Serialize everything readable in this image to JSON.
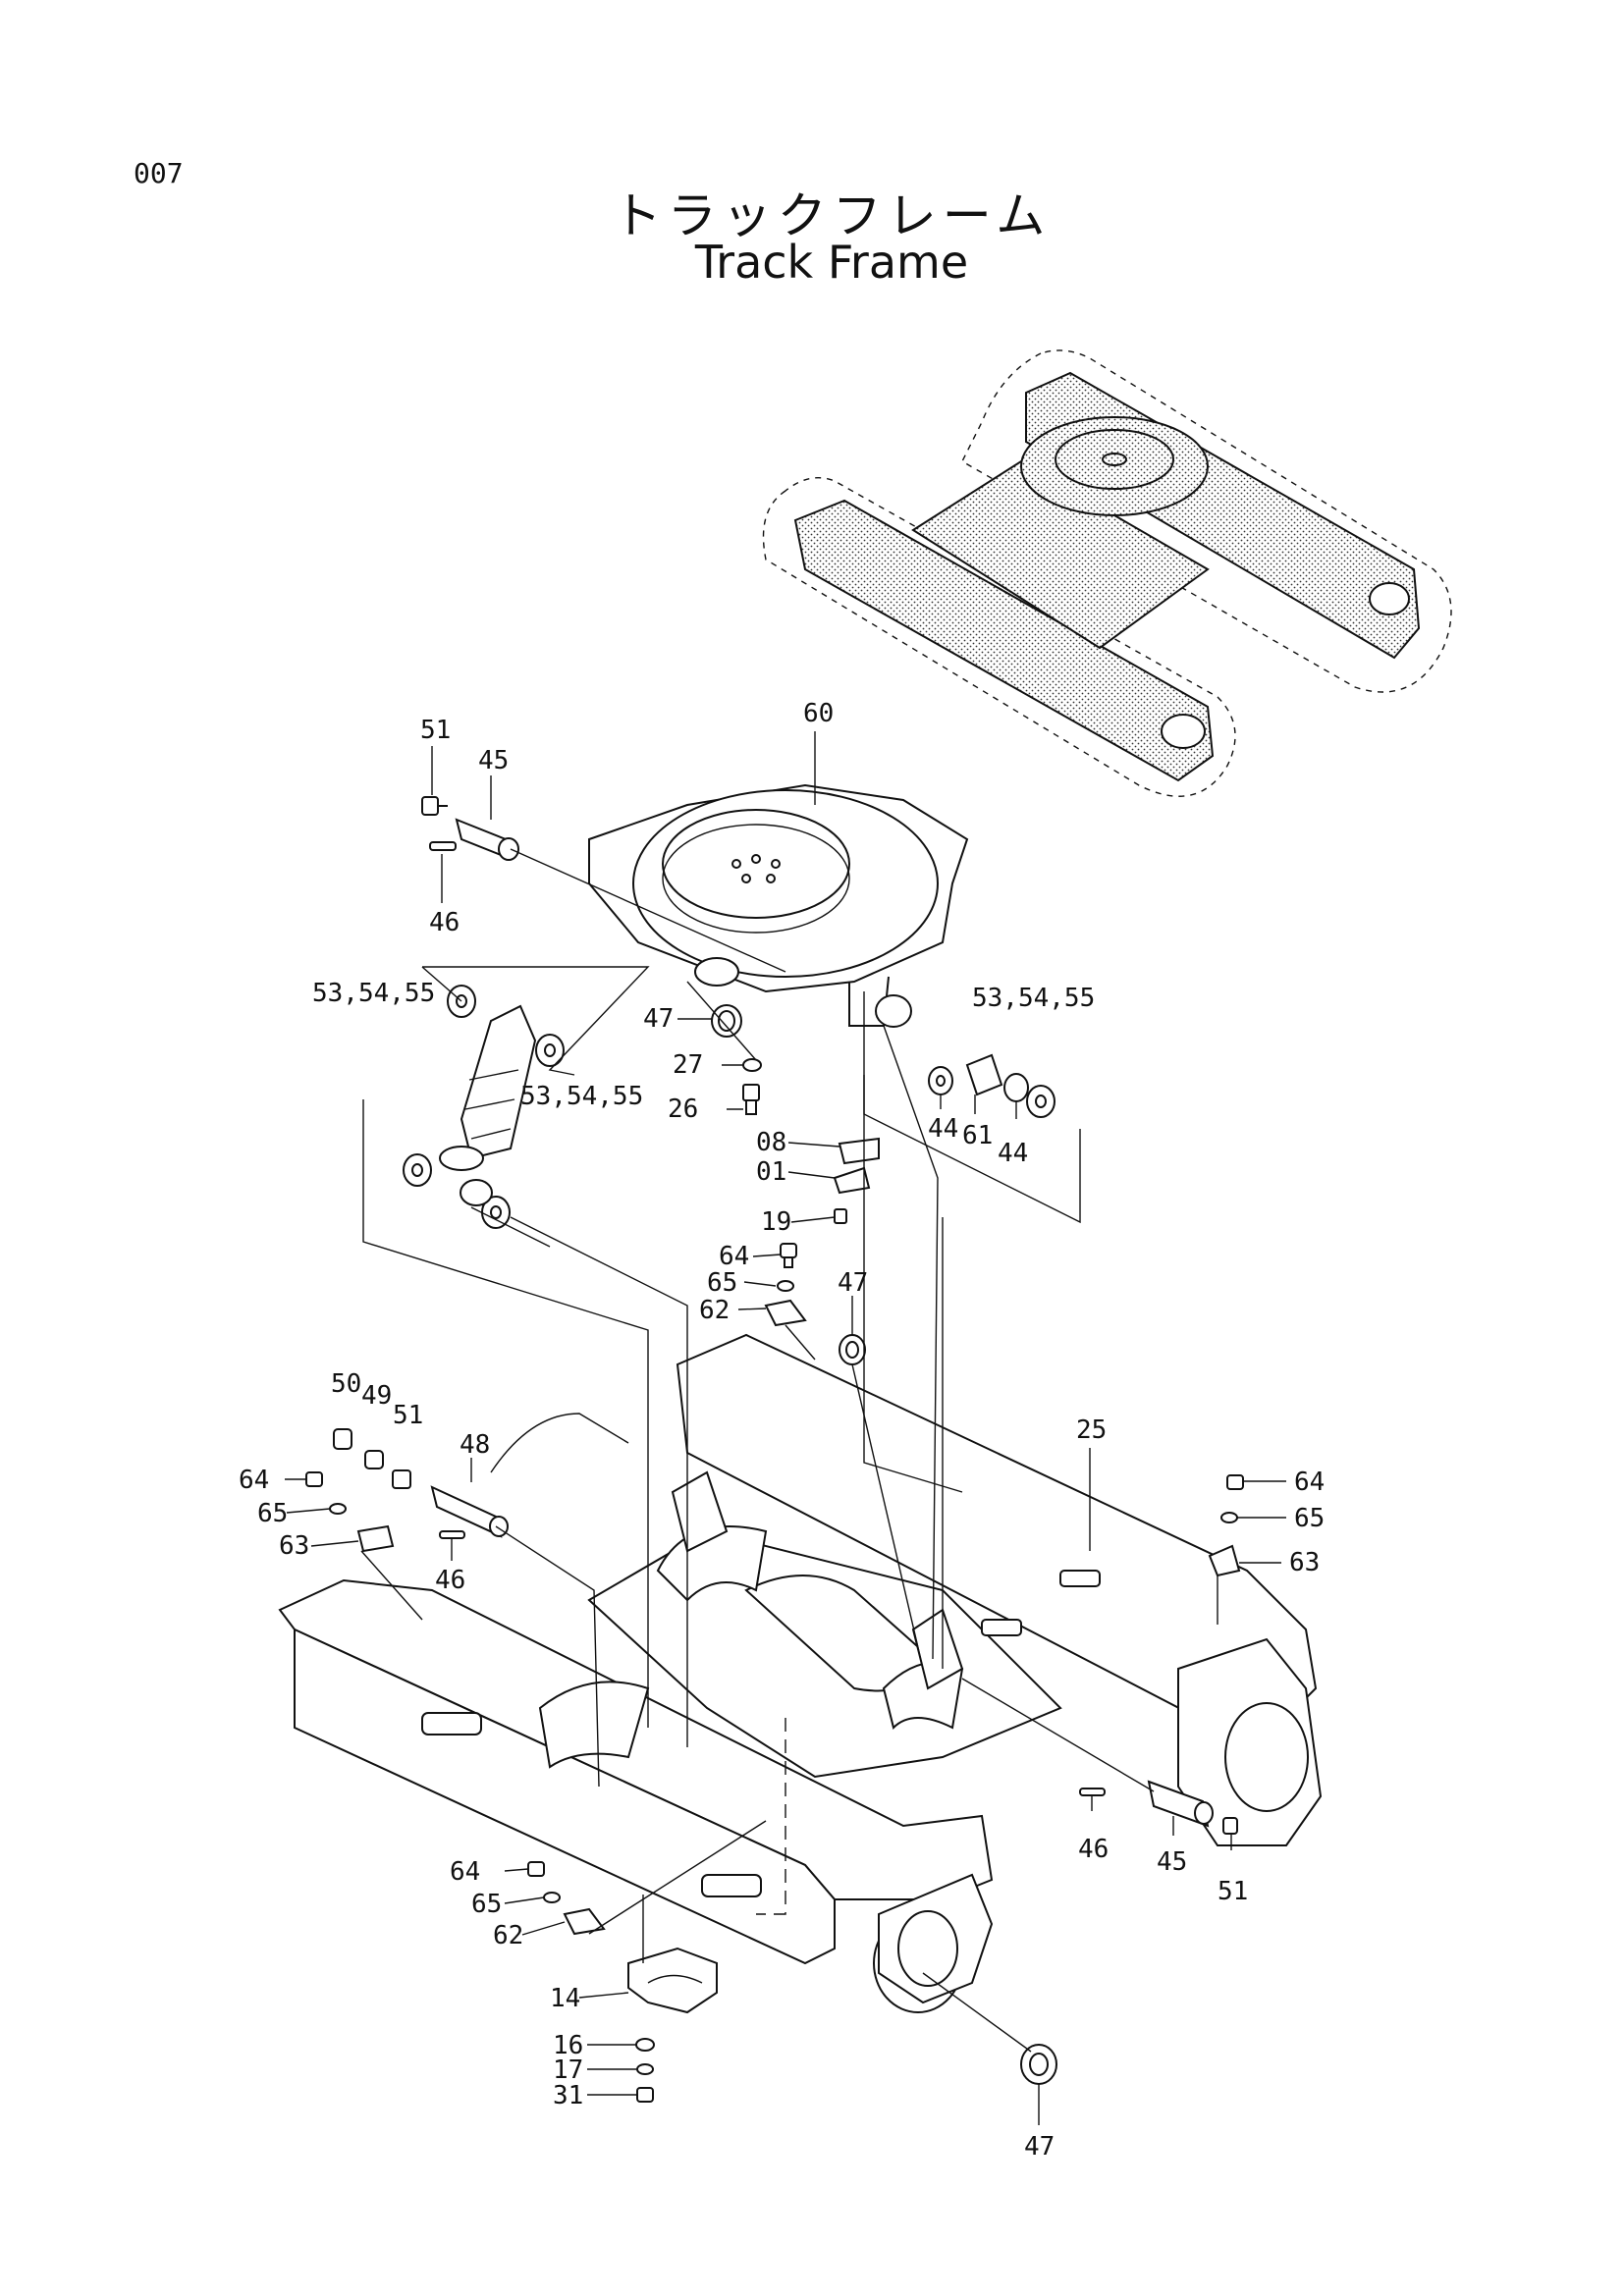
{
  "header": {
    "page_number": "007",
    "title_ja": "トラックフレーム",
    "title_en": "Track Frame"
  },
  "callouts": [
    {
      "id": "c60",
      "text": "60"
    },
    {
      "id": "c51a",
      "text": "51"
    },
    {
      "id": "c45a",
      "text": "45"
    },
    {
      "id": "c46a",
      "text": "46"
    },
    {
      "id": "c53a",
      "text": "53,54,55"
    },
    {
      "id": "c53b",
      "text": "53,54,55"
    },
    {
      "id": "c53c",
      "text": "53,54,55"
    },
    {
      "id": "c47a",
      "text": "47"
    },
    {
      "id": "c27",
      "text": "27"
    },
    {
      "id": "c26",
      "text": "26"
    },
    {
      "id": "c08",
      "text": "08"
    },
    {
      "id": "c01",
      "text": "01"
    },
    {
      "id": "c19",
      "text": "19"
    },
    {
      "id": "c44a",
      "text": "44"
    },
    {
      "id": "c61",
      "text": "61"
    },
    {
      "id": "c44b",
      "text": "44"
    },
    {
      "id": "c64a",
      "text": "64"
    },
    {
      "id": "c65a",
      "text": "65"
    },
    {
      "id": "c62a",
      "text": "62"
    },
    {
      "id": "c47b",
      "text": "47"
    },
    {
      "id": "c50",
      "text": "50"
    },
    {
      "id": "c49",
      "text": "49"
    },
    {
      "id": "c51b",
      "text": "51"
    },
    {
      "id": "c48",
      "text": "48"
    },
    {
      "id": "c64b",
      "text": "64"
    },
    {
      "id": "c65b",
      "text": "65"
    },
    {
      "id": "c63a",
      "text": "63"
    },
    {
      "id": "c46b",
      "text": "46"
    },
    {
      "id": "c25",
      "text": "25"
    },
    {
      "id": "c64c",
      "text": "64"
    },
    {
      "id": "c65c",
      "text": "65"
    },
    {
      "id": "c63b",
      "text": "63"
    },
    {
      "id": "c46c",
      "text": "46"
    },
    {
      "id": "c45b",
      "text": "45"
    },
    {
      "id": "c51c",
      "text": "51"
    },
    {
      "id": "c64d",
      "text": "64"
    },
    {
      "id": "c65d",
      "text": "65"
    },
    {
      "id": "c62b",
      "text": "62"
    },
    {
      "id": "c14",
      "text": "14"
    },
    {
      "id": "c16",
      "text": "16"
    },
    {
      "id": "c17",
      "text": "17"
    },
    {
      "id": "c31",
      "text": "31"
    },
    {
      "id": "c47c",
      "text": "47"
    }
  ]
}
